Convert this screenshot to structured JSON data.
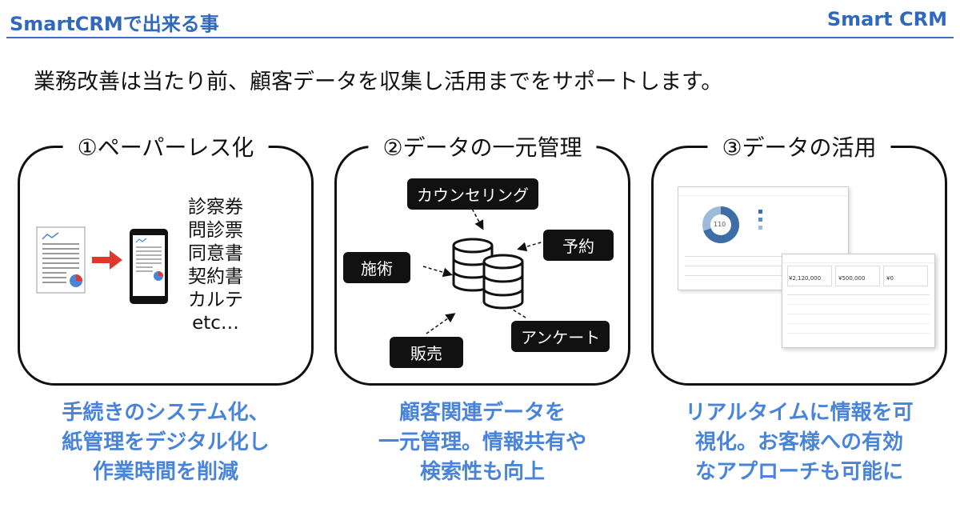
{
  "header": {
    "left_title": "SmartCRMで出来る事",
    "right_title": "Smart CRM"
  },
  "subtitle": "業務改善は当たり前、顧客データを収集し活用までをサポートします。",
  "panels": [
    {
      "title": "①ペーパーレス化",
      "documents": [
        "診察券",
        "問診票",
        "同意書",
        "契約書",
        "カルテ",
        "etc…"
      ],
      "caption": [
        "手続きのシステム化、",
        "紙管理をデジタル化し",
        "作業時間を削減"
      ]
    },
    {
      "title": "②データの一元管理",
      "labels": {
        "counseling": "カウンセリング",
        "reservation": "予約",
        "treatment": "施術",
        "survey": "アンケート",
        "sales": "販売"
      },
      "caption": [
        "顧客関連データを",
        "一元管理。情報共有や",
        "検索性も向上"
      ]
    },
    {
      "title": "③データの活用",
      "dashboard": {
        "donut_value": "110",
        "amount1": "¥2,120,000",
        "amount2": "¥500,000",
        "amount3": "¥0"
      },
      "caption": [
        "リアルタイムに情報を可",
        "視化。お客様への有効",
        "なアプローチも可能に"
      ]
    }
  ],
  "colors": {
    "accent": "#2f68bd",
    "caption": "#4a84d8",
    "arrow": "#e0392b"
  },
  "icons": [
    "document-icon",
    "arrow-right-icon",
    "smartphone-icon",
    "database-icon",
    "dashboard-screenshot"
  ]
}
